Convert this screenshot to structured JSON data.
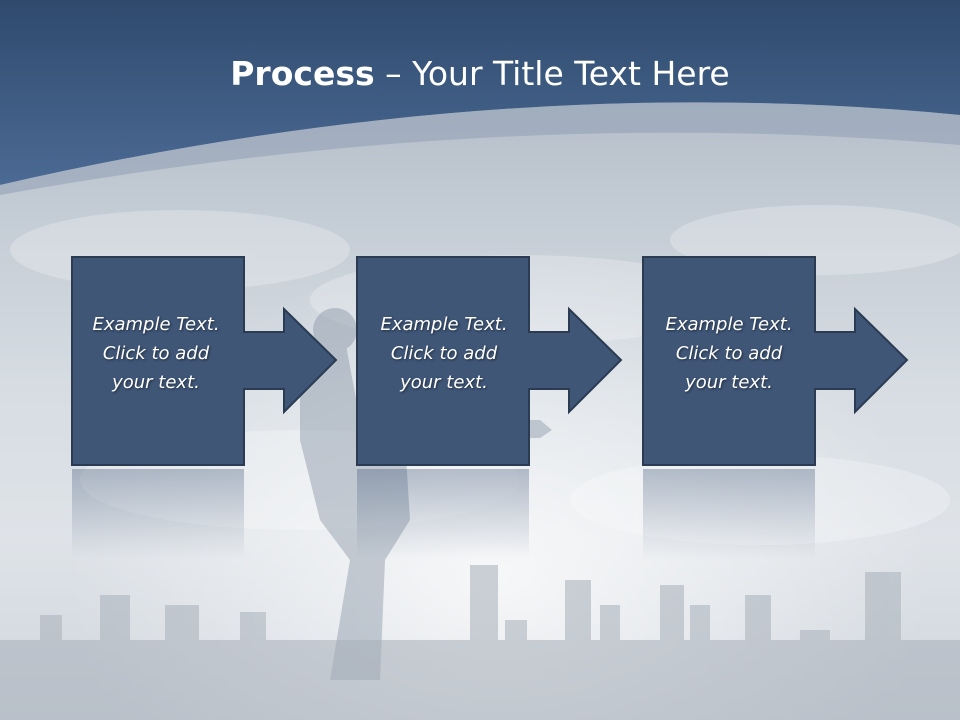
{
  "title": {
    "bold": "Process",
    "rest": " – Your Title Text Here"
  },
  "steps": [
    {
      "line1": "Example Text.",
      "line2": "Click  to add",
      "line3": "your text."
    },
    {
      "line1": "Example Text.",
      "line2": "Click  to add",
      "line3": "your text."
    },
    {
      "line1": "Example Text.",
      "line2": "Click  to add",
      "line3": "your text."
    }
  ],
  "colors": {
    "header_blue": "#3f5f88",
    "box_fill": "#3f5677",
    "box_border": "#2a3b52",
    "text": "#ffffff"
  }
}
